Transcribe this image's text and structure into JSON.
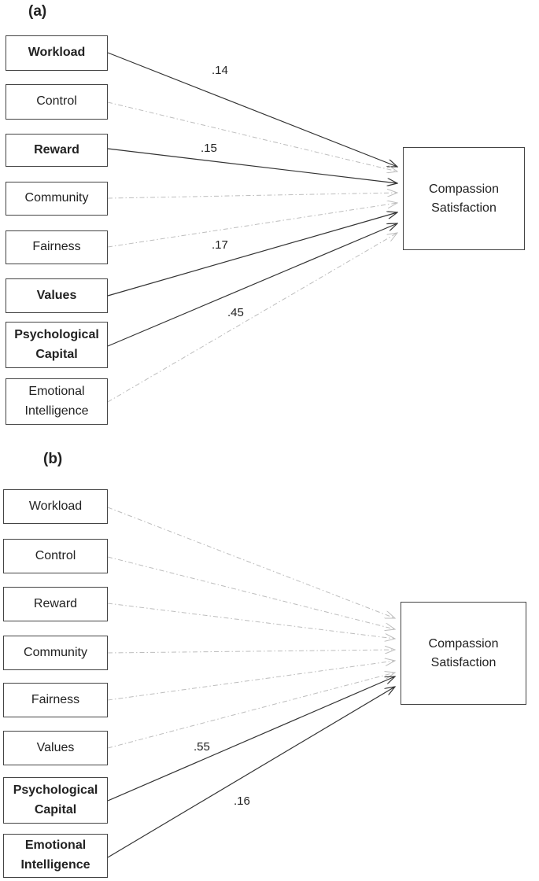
{
  "panel_a": {
    "label": "(a)",
    "outcome": "Compassion Satisfaction",
    "predictors": [
      {
        "label": "Workload",
        "significant": true
      },
      {
        "label": "Control",
        "significant": false
      },
      {
        "label": "Reward",
        "significant": true
      },
      {
        "label": "Community",
        "significant": false
      },
      {
        "label": "Fairness",
        "significant": false
      },
      {
        "label": "Values",
        "significant": true
      },
      {
        "label": "Psychological Capital",
        "significant": true
      },
      {
        "label": "Emotional Intelligence",
        "significant": false
      }
    ],
    "coefficients": [
      ".14",
      ".15",
      ".17",
      ".45"
    ]
  },
  "panel_b": {
    "label": "(b)",
    "outcome": "Compassion Satisfaction",
    "predictors": [
      {
        "label": "Workload",
        "significant": false
      },
      {
        "label": "Control",
        "significant": false
      },
      {
        "label": "Reward",
        "significant": false
      },
      {
        "label": "Community",
        "significant": false
      },
      {
        "label": "Fairness",
        "significant": false
      },
      {
        "label": "Values",
        "significant": false
      },
      {
        "label": "Psychological Capital",
        "significant": true
      },
      {
        "label": "Emotional Intelligence",
        "significant": true
      }
    ],
    "coefficients": [
      ".55",
      ".16"
    ]
  },
  "colors": {
    "significant_path": "#333333",
    "nonsignificant_path": "#bdbdbd"
  }
}
